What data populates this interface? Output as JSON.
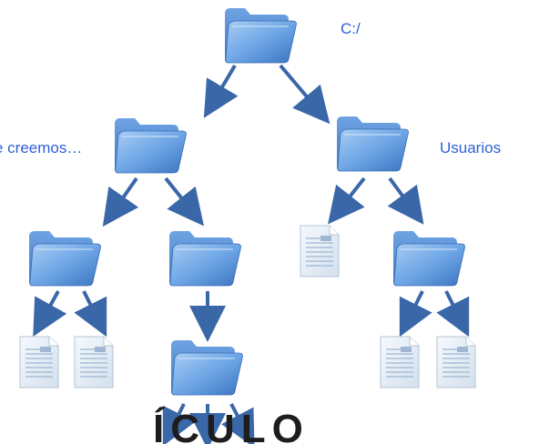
{
  "tree": {
    "root_label": "C:/",
    "left_child_label": "e creemos…",
    "right_child_label": "Usuarios"
  },
  "bottom_text": "ÍCULO",
  "colors": {
    "folder": "#5b93d8",
    "arrow": "#3a67a8",
    "label": "#2f5fd8",
    "document": "#e4edf6"
  },
  "icons": [
    "folder-icon",
    "document-icon",
    "arrow-icon"
  ]
}
